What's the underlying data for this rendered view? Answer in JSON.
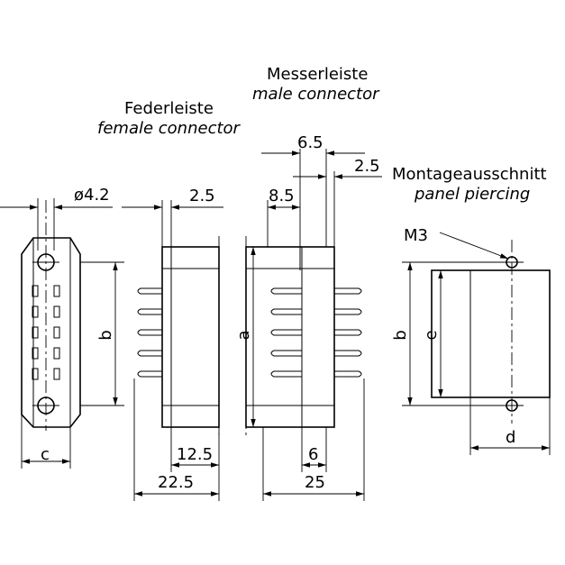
{
  "labels": {
    "male_de": "Messerleiste",
    "male_en": "male connector",
    "female_de": "Federleiste",
    "female_en": "female connector",
    "panel_de": "Montageausschnitt",
    "panel_en": "panel piercing",
    "screw": "M3"
  },
  "dims": {
    "d42": "ø4.2",
    "d25a": "2.5",
    "d85": "8.5",
    "d65": "6.5",
    "d25b": "2.5",
    "b_left": "b",
    "a": "a",
    "c": "c",
    "d125": "12.5",
    "d225": "22.5",
    "d6": "6",
    "d25": "25",
    "b_right": "b",
    "e": "e",
    "d": "d"
  }
}
